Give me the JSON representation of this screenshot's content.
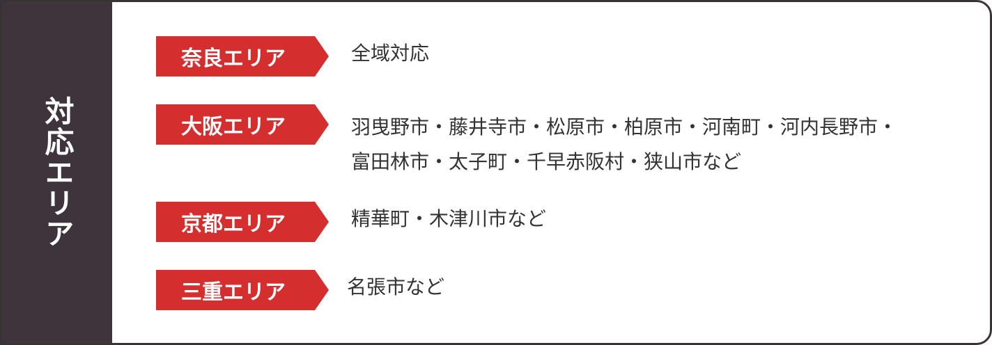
{
  "side": {
    "title": "対応エリア"
  },
  "colors": {
    "side_bg": "#3e353c",
    "tag_bg": "#d42e2f",
    "text": "#333333"
  },
  "rows": [
    {
      "label": "奈良エリア",
      "areas": [
        "全域対応"
      ]
    },
    {
      "label": "大阪エリア",
      "areas_line1": "羽曳野市・藤井寺市・松原市・柏原市・河南町・河内長野市・",
      "areas_line2": "富田林市・太子町・千早赤阪村・狭山市など"
    },
    {
      "label": "京都エリア",
      "areas": [
        "精華町・木津川市など"
      ]
    },
    {
      "label": "三重エリア",
      "areas": [
        "名張市など"
      ]
    }
  ]
}
